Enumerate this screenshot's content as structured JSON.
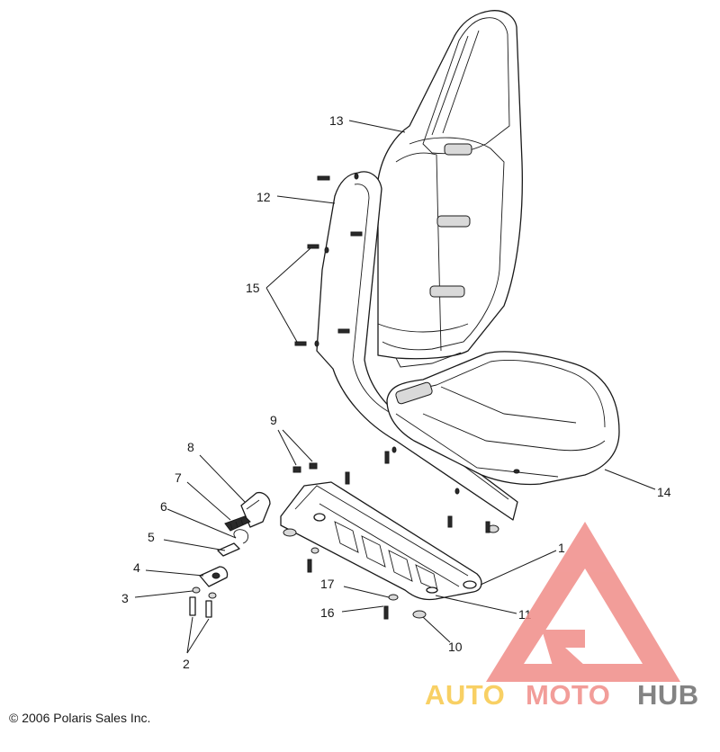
{
  "callouts": [
    {
      "id": "1",
      "label": "1"
    },
    {
      "id": "2",
      "label": "2"
    },
    {
      "id": "3",
      "label": "3"
    },
    {
      "id": "4",
      "label": "4"
    },
    {
      "id": "5",
      "label": "5"
    },
    {
      "id": "6",
      "label": "6"
    },
    {
      "id": "7",
      "label": "7"
    },
    {
      "id": "8",
      "label": "8"
    },
    {
      "id": "9",
      "label": "9"
    },
    {
      "id": "10",
      "label": "10"
    },
    {
      "id": "11",
      "label": "11"
    },
    {
      "id": "12",
      "label": "12"
    },
    {
      "id": "13",
      "label": "13"
    },
    {
      "id": "14",
      "label": "14"
    },
    {
      "id": "15",
      "label": "15"
    },
    {
      "id": "16",
      "label": "16"
    },
    {
      "id": "17",
      "label": "17"
    }
  ],
  "copyright": "© 2006 Polaris Sales Inc.",
  "watermark": {
    "word_1": "AUTO",
    "word_2": "MOTO",
    "word_3": "HUB",
    "colors": {
      "triangle": "#f08c88",
      "auto": "#f7c84a",
      "moto": "#f08c88",
      "hub": "#6e6e6e"
    }
  }
}
